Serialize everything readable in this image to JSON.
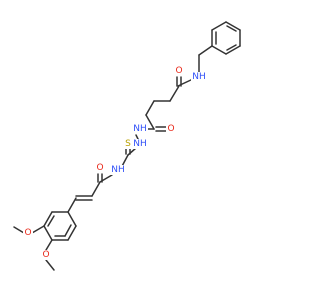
{
  "structure": {
    "colors": {
      "bond": "#333333",
      "oxygen": "#e8291b",
      "nitrogen": "#3050f8",
      "sulfur": "#b8a000",
      "background": "#ffffff"
    },
    "atoms": {
      "amide_o_top": {
        "symbol": "O",
        "color": "oxygen"
      },
      "amide_nh_top": {
        "symbol": "NH",
        "color": "nitrogen"
      },
      "hydrazide_o": {
        "symbol": "O",
        "color": "oxygen"
      },
      "hydrazide_nh_1": {
        "symbol": "NH",
        "color": "nitrogen"
      },
      "hydrazide_nh_2": {
        "symbol": "NH",
        "color": "nitrogen"
      },
      "thio_s": {
        "symbol": "S",
        "color": "sulfur"
      },
      "thioamide_nh": {
        "symbol": "NH",
        "color": "nitrogen"
      },
      "acryl_o": {
        "symbol": "O",
        "color": "oxygen"
      },
      "methoxy_o_1": {
        "symbol": "O",
        "color": "oxygen"
      },
      "methoxy_o_2": {
        "symbol": "O",
        "color": "oxygen"
      }
    }
  }
}
